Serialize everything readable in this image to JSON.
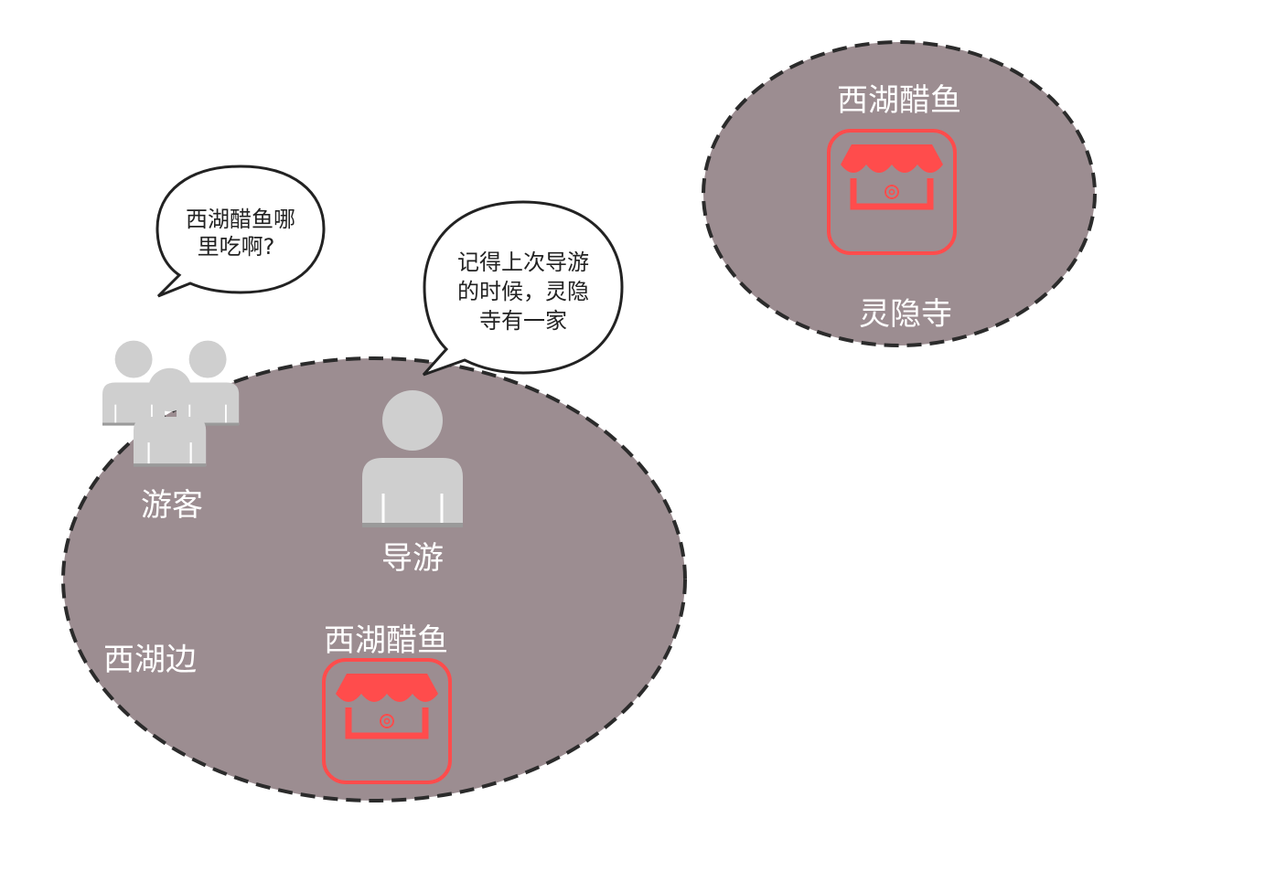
{
  "colors": {
    "region_fill": "#9c8d91",
    "region_border": "#2b2b2b",
    "store_red": "#ff4c4c",
    "person_gray": "#cfcfcf",
    "label_white": "#ffffff",
    "bubble_fill": "#ffffff",
    "bubble_border": "#222222"
  },
  "regions": {
    "lingyin": {
      "name": "灵隐寺",
      "store": {
        "title": "西湖醋鱼",
        "icon": "storefront-icon"
      }
    },
    "xihu": {
      "name": "西湖边",
      "tourists": {
        "label": "游客",
        "icon": "user-group-icon"
      },
      "guide": {
        "label": "导游",
        "icon": "user-icon"
      },
      "store": {
        "title": "西湖醋鱼",
        "icon": "storefront-icon"
      }
    }
  },
  "bubbles": {
    "tourist": {
      "lines": [
        "西湖醋鱼哪",
        "里吃啊?"
      ]
    },
    "guide": {
      "lines": [
        "记得上次导游",
        "的时候，灵隐",
        "寺有一家"
      ]
    }
  }
}
